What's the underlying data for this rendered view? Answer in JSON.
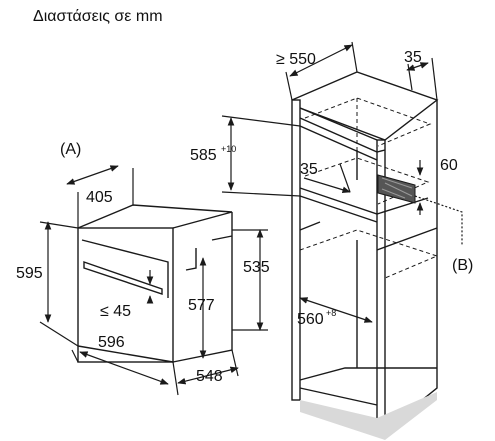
{
  "title": "Διαστάσεις σε mm",
  "labels": {
    "A": "(A)",
    "B": "(B)"
  },
  "oven": {
    "depth": "405",
    "height_outer": "595",
    "height_inner": "577",
    "height_side": "535",
    "width": "596",
    "depth_total": "548",
    "handle_gap": "≤ 45"
  },
  "cabinet": {
    "depth_min": "≥ 550",
    "back_gap": "35",
    "niche_height": "585",
    "niche_height_sup": "+10",
    "vent_depth": "35",
    "vent_height": "60",
    "niche_width": "560",
    "niche_width_sup": "+8"
  },
  "colors": {
    "line": "#1a1a1a",
    "vent": "#555555",
    "floor": "#d9d9d9"
  }
}
